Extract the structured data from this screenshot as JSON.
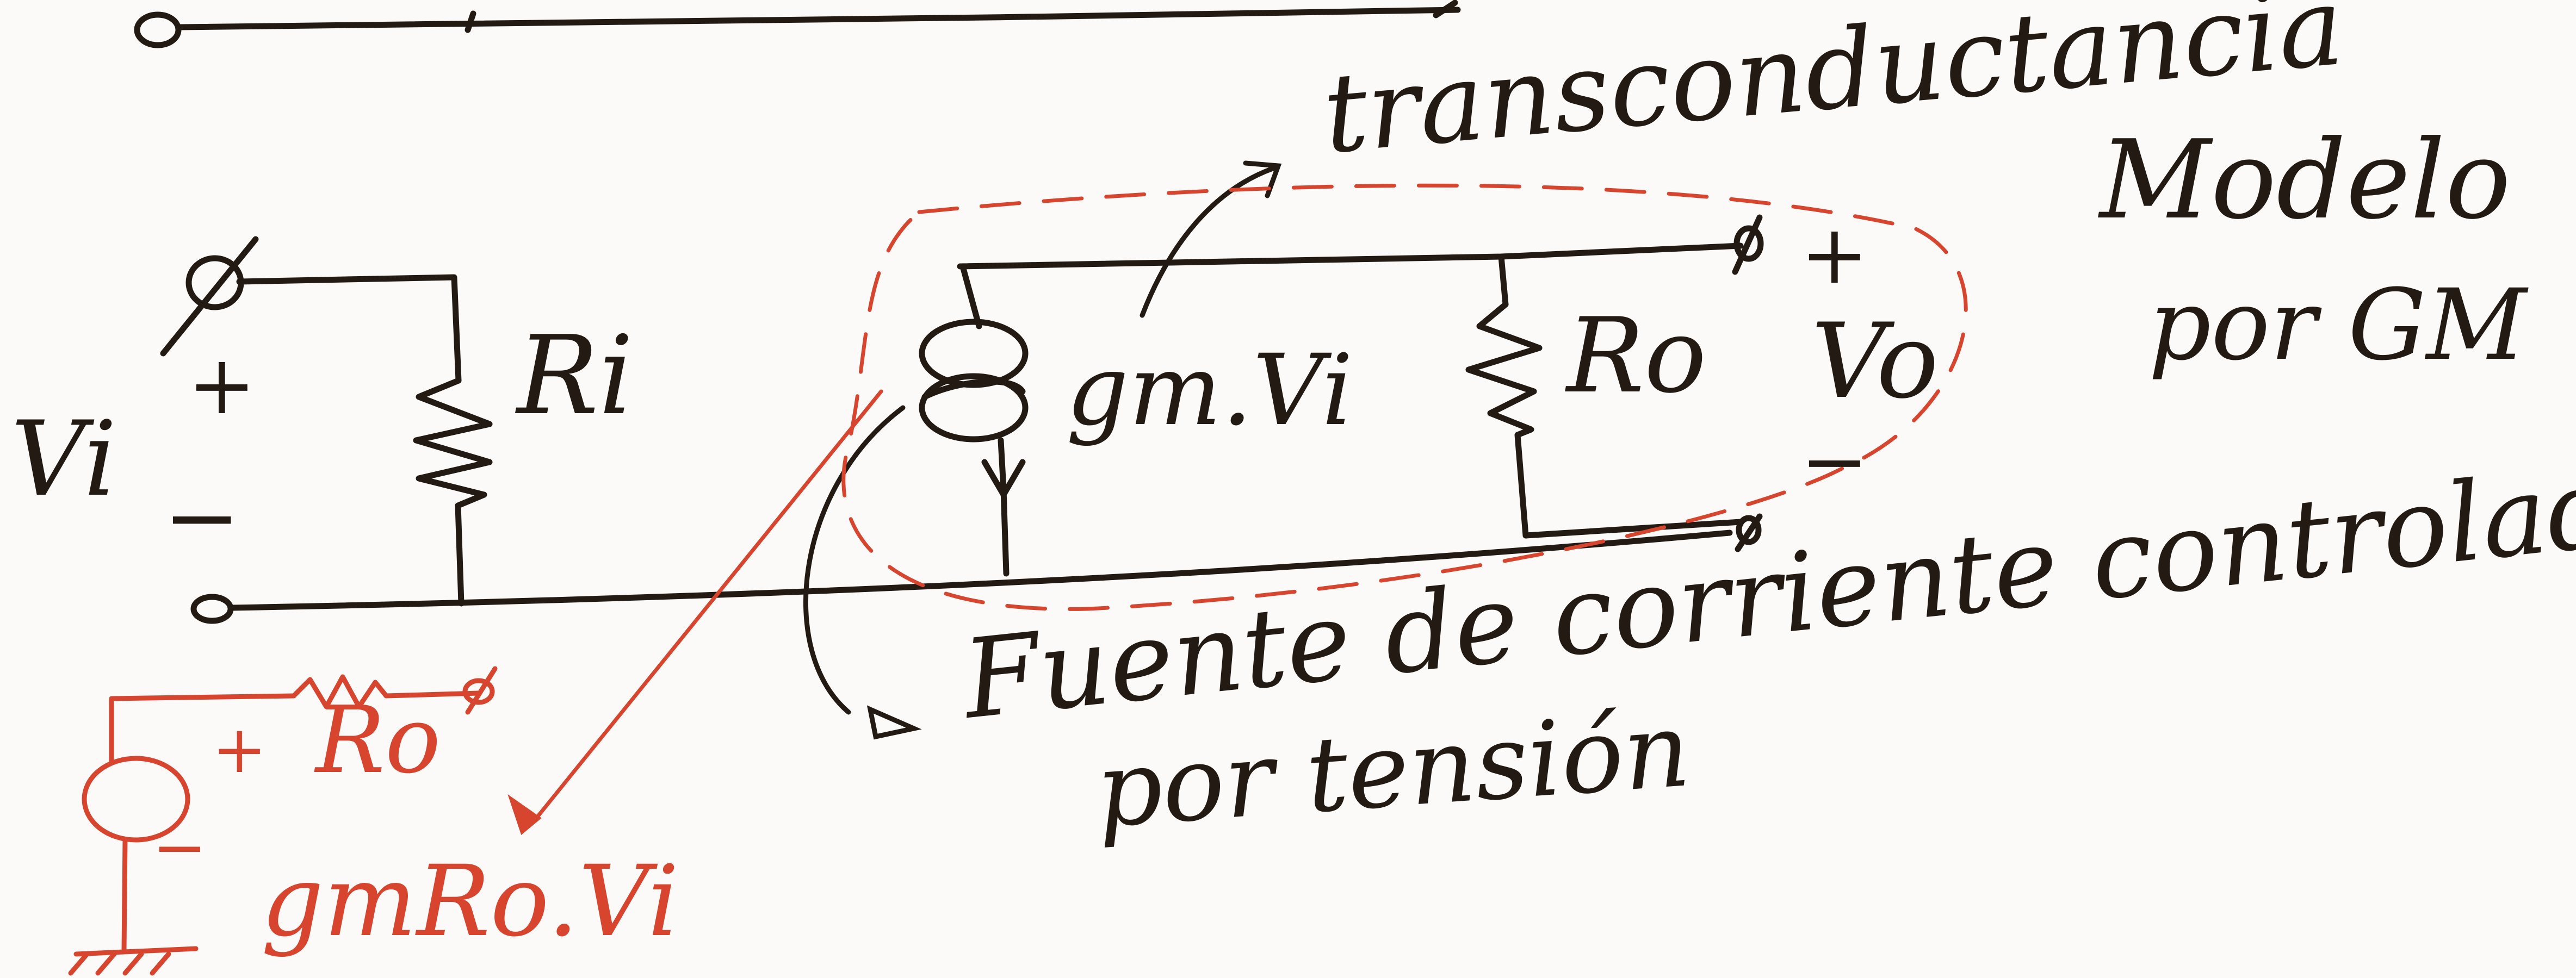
{
  "colors": {
    "background": "#fbfaf8",
    "ink": "#231a14",
    "red_ink": "#d8452f"
  },
  "labels": {
    "transconductance": "transconductancia",
    "model_title_line1": "Modelo",
    "model_title_line2": "por GM",
    "vi": "Vi",
    "vi_plus": "+",
    "vi_minus": "−",
    "ri": "Ri",
    "source_label": "gm.Vi",
    "ro": "Ro",
    "vo_plus": "+",
    "vo": "Vo",
    "vo_minus": "−",
    "current_source_line1": "Fuente de corriente controlada",
    "current_source_line2": "por tensión",
    "red_ro": "Ro",
    "red_plus": "+",
    "red_minus": "−",
    "red_equivalent": "gmRo.Vi"
  }
}
